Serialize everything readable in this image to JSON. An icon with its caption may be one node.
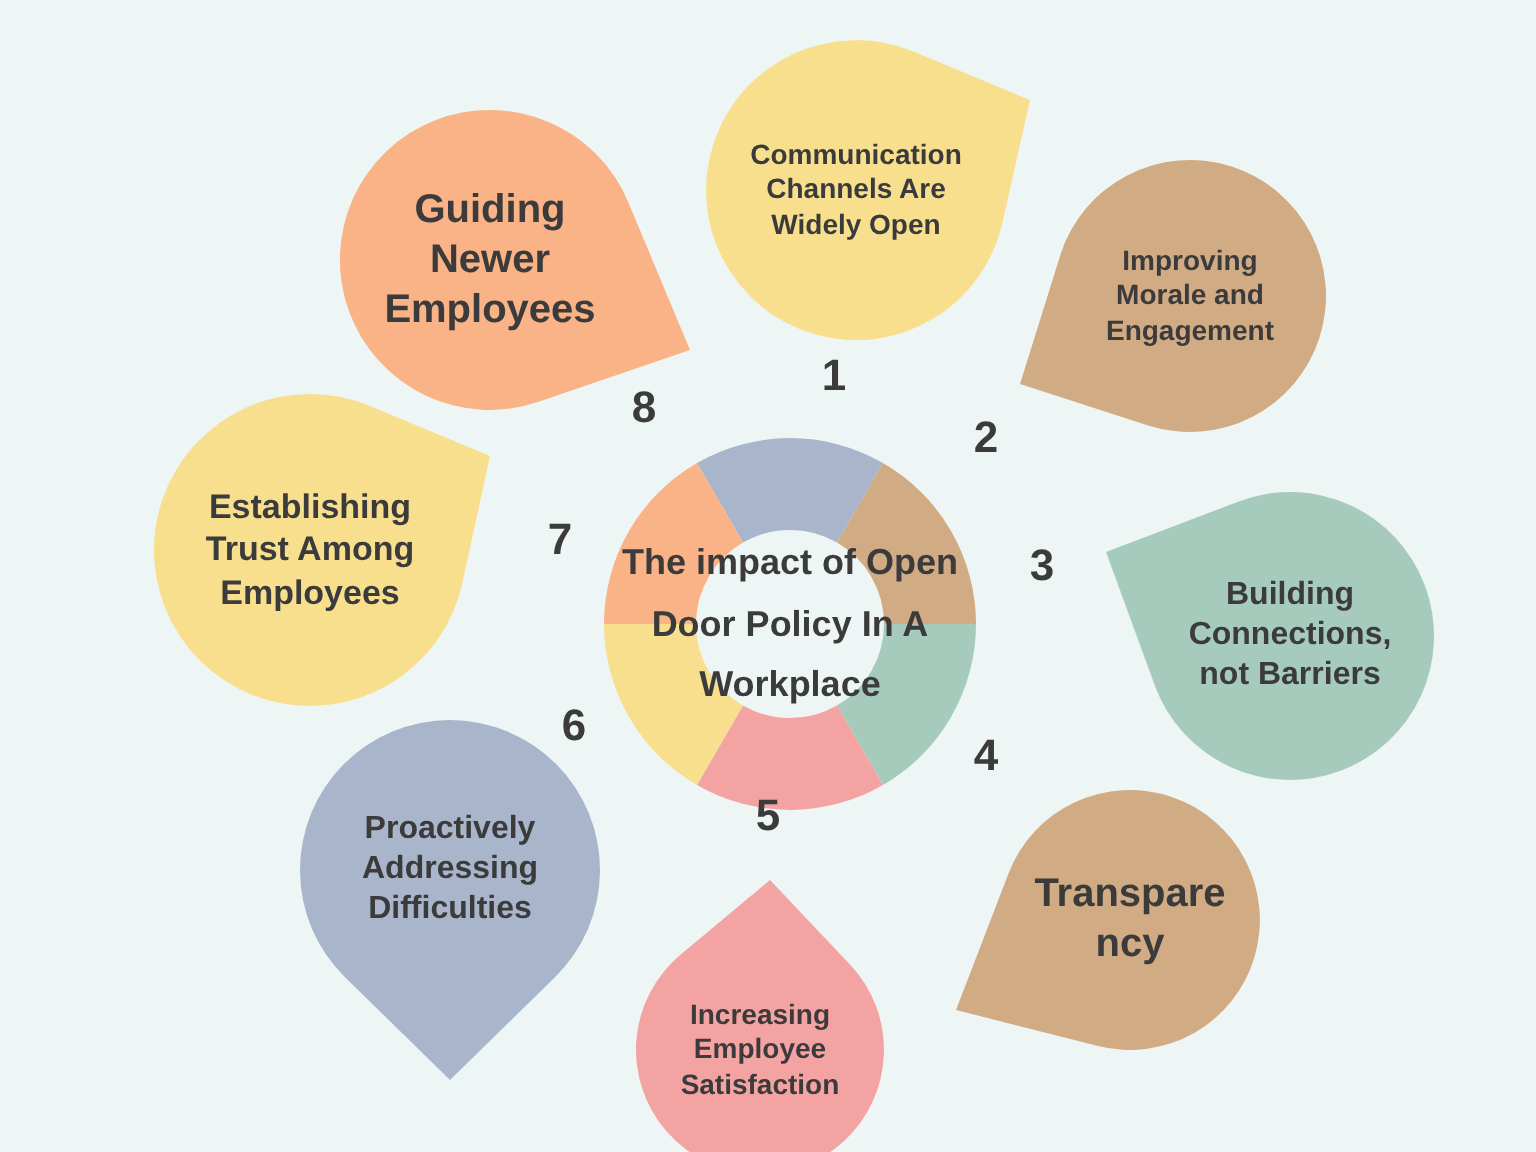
{
  "diagram": {
    "nodes": [
      {
        "text": [
          "The impact of Open Door Policy In A Workplace"
        ]
      },
      {
        "text": [
          "Communication Channels Are Widely Open"
        ]
      },
      {
        "text": [
          "Improving Morale and Engagement"
        ]
      },
      {
        "text": [
          "Building Connections, not Barriers"
        ]
      },
      {
        "text": [
          "Transpare ncy"
        ]
      },
      {
        "text": [
          "Increasing Employee Satisfaction"
        ]
      },
      {
        "text": [
          "Proactively Addressing Difficulties"
        ]
      },
      {
        "text": [
          "Establishing Trust Among Employees"
        ]
      },
      {
        "text": [
          "Guiding Newer Employees"
        ]
      }
    ],
    "edges": [],
    "labels": [
      "1",
      "2",
      "3",
      "4",
      "5",
      "6",
      "7",
      "8"
    ]
  }
}
